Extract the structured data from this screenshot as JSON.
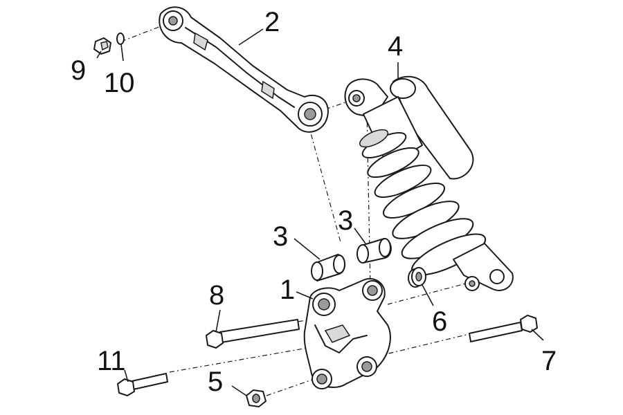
{
  "callouts": {
    "c1": "1",
    "c2": "2",
    "c3a": "3",
    "c3b": "3",
    "c4": "4",
    "c5": "5",
    "c6": "6",
    "c7": "7",
    "c8": "8",
    "c9": "9",
    "c10": "10",
    "c11": "11"
  }
}
